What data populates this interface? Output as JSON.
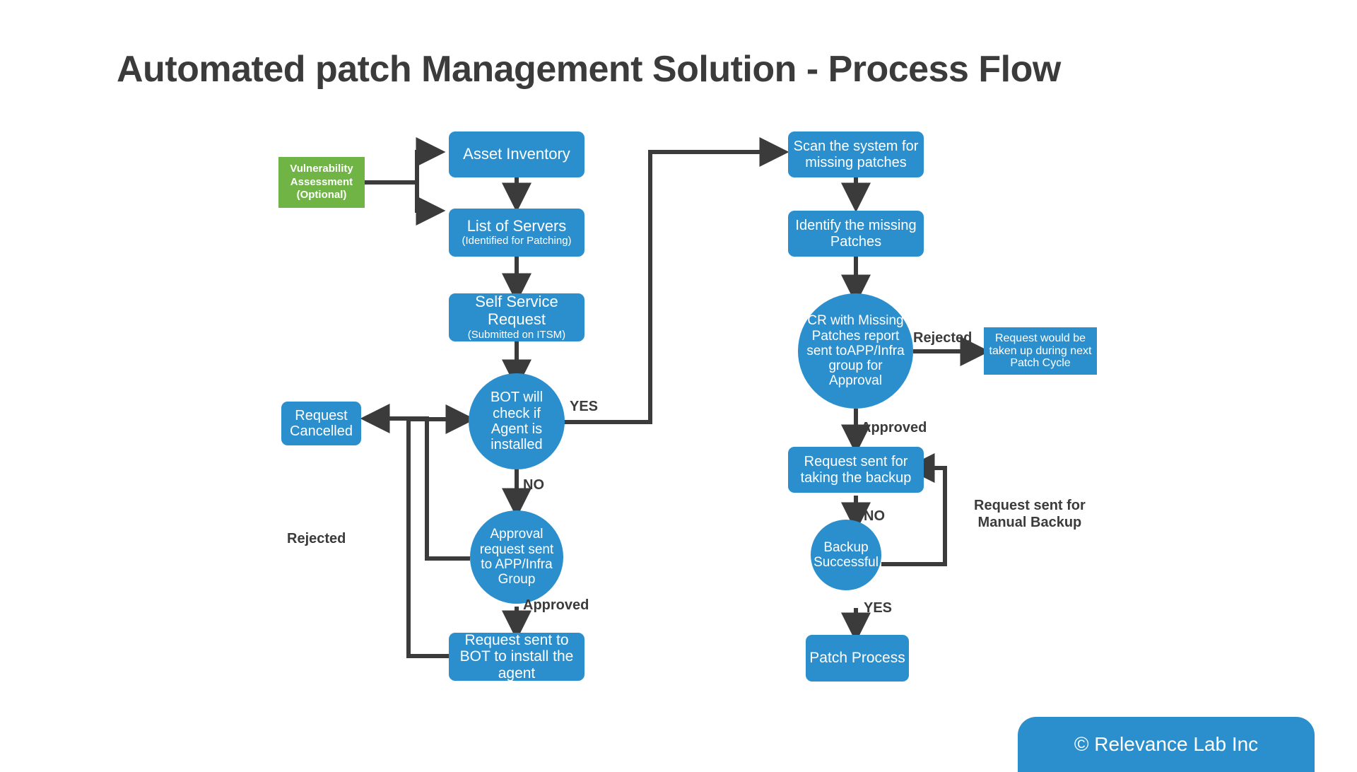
{
  "title": "Automated patch Management Solution - Process Flow",
  "footer": {
    "text": "© Relevance Lab Inc"
  },
  "nodes": {
    "vulnerability_assessment": {
      "line1": "Vulnerability",
      "line2": "Assessment",
      "line3": "(Optional)"
    },
    "asset_inventory": {
      "main": "Asset Inventory"
    },
    "list_of_servers": {
      "main": "List of Servers",
      "sub": "(Identified for Patching)"
    },
    "self_service_request": {
      "main": "Self Service Request",
      "sub": "(Submitted on ITSM)"
    },
    "bot_check_agent": {
      "main": "BOT will check if Agent is installed"
    },
    "request_cancelled": {
      "main": "Request Cancelled"
    },
    "approval_request_app_infra": {
      "main": "Approval request sent to APP/Infra Group"
    },
    "request_sent_to_bot": {
      "main": "Request sent to BOT to install the agent"
    },
    "scan_system": {
      "main": "Scan the system for missing patches"
    },
    "identify_missing_patches": {
      "main": "Identify the missing Patches"
    },
    "cr_missing_patches": {
      "main": "CR with Missing Patches report sent toAPP/Infra group for Approval"
    },
    "request_next_patch_cycle": {
      "main": "Request would be taken up during next Patch Cycle"
    },
    "request_backup": {
      "main": "Request sent for taking the backup"
    },
    "backup_successful": {
      "main": "Backup Successful"
    },
    "patch_process": {
      "main": "Patch Process"
    }
  },
  "edge_labels": {
    "yes_agent": "YES",
    "no_agent": "NO",
    "rejected_left": "Rejected",
    "approved_left": "Approved",
    "rejected_right": "Rejected",
    "approved_right": "Approved",
    "no_backup": "NO",
    "yes_backup": "YES",
    "manual_backup_line1": "Request sent for",
    "manual_backup_line2": "Manual Backup"
  },
  "colors": {
    "blue": "#2b8fcd",
    "green": "#6fb445",
    "connector": "#3b3b3b",
    "title": "#3b3b3b",
    "background": "#ffffff"
  }
}
